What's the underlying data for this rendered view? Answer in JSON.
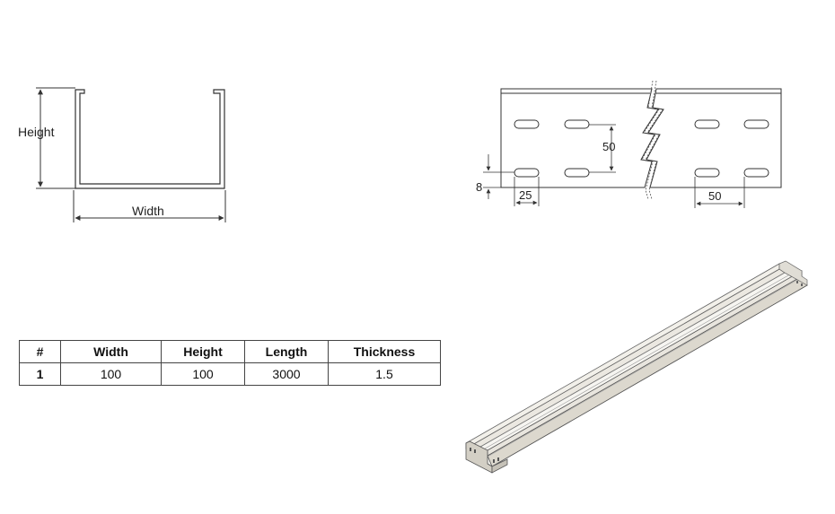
{
  "section_view": {
    "height_label": "Height",
    "width_label": "Width"
  },
  "perforation_view": {
    "dim_vertical_spacing": "50",
    "dim_edge_offset": "8",
    "dim_slot_length": "25",
    "dim_horizontal_spacing": "50"
  },
  "spec_table": {
    "columns": [
      "#",
      "Width",
      "Height",
      "Length",
      "Thickness"
    ],
    "rows": [
      [
        "1",
        "100",
        "100",
        "3000",
        "1.5"
      ]
    ]
  },
  "colors": {
    "line": "#333333",
    "tray_fill": "#e7e4dc",
    "tray_shadow": "#cfcbc1"
  }
}
